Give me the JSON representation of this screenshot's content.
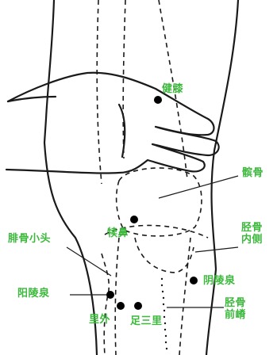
{
  "colors": {
    "line": "#1a1a1a",
    "label": "#3cb83c",
    "point": "#000000"
  },
  "labels": {
    "jianxi": "健膝",
    "bingu": "髌骨",
    "dubi": "犊鼻",
    "feigu_xiaotou": "腓骨小头",
    "jinggu_nace": "胫骨内侧",
    "yinlingquan": "阴陵泉",
    "yanglingquan": "阳陵泉",
    "jinggu_qianji": "胫骨前嵴",
    "waili": "里外",
    "zusanli": "足三里"
  }
}
